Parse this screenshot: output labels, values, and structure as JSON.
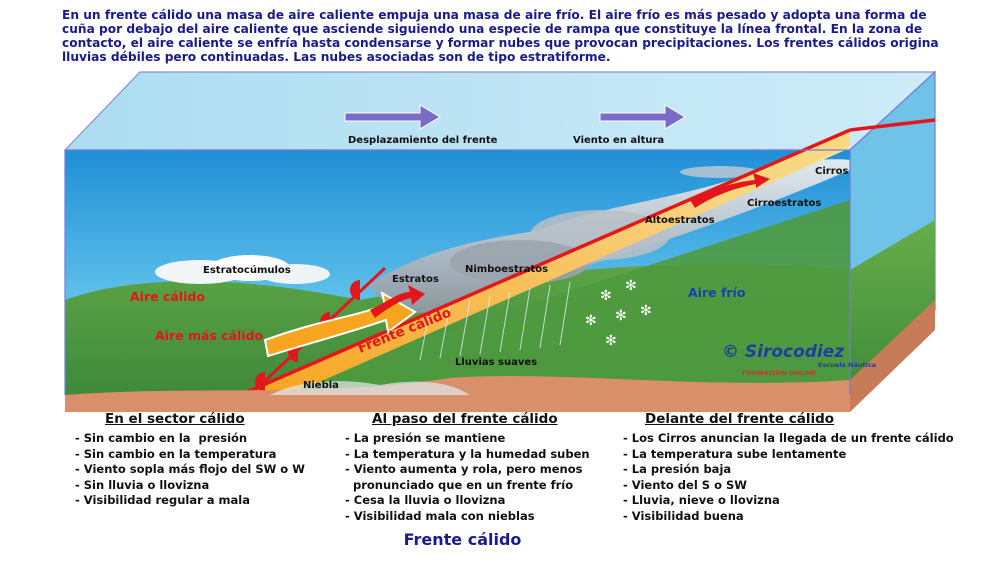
{
  "intro": "En un frente cálido una masa de aire caliente empuja una masa de aire frío. El aire frío es más pesado y adopta una forma de cuña por debajo del aire caliente que asciende siguiendo una especie de rampa que constituye la línea frontal. En la zona de contacto, el aire caliente se enfría hasta condensarse y formar nubes que provocan precipitaciones. Los frentes cálidos origina lluvias débiles pero continuadas. Las nubes asociadas son de tipo estratiforme.",
  "labels": {
    "front_displacement": "Desplazamiento del frente",
    "upper_wind": "Viento en altura",
    "cirros": "Cirros",
    "cirroestratos": "Cirroestratos",
    "altoestratos": "Altoestratos",
    "nimboestratos": "Nimboestratos",
    "estratos": "Estratos",
    "estratocumulos": "Estratocúmulos",
    "warm_air": "Aire cálido",
    "warmer_air": "Aire más cálido",
    "warm_front": "Frente cálido",
    "cold_air": "Aire frío",
    "light_rain": "Lluvias suaves",
    "fog": "Niebla"
  },
  "brand": {
    "copyright": "©",
    "name": "Sirocodiez",
    "sub1": "Escuela Náutica",
    "sub2": "FORMACIÓN ONLINE"
  },
  "columns": [
    {
      "title": "En el sector cálido",
      "items": [
        "- Sin cambio en la  presión",
        "- Sin cambio en la temperatura",
        "- Viento sopla más flojo del SW o W",
        "- Sin lluvia o llovizna",
        "- Visibilidad regular a mala"
      ]
    },
    {
      "title": "Al paso del frente cálido",
      "items": [
        "- La presión se mantiene",
        "- La temperatura y la humedad suben",
        "- Viento aumenta y rola, pero menos",
        "  pronunciado que en un frente frío",
        "- Cesa la lluvia o llovizna",
        "- Visibilidad mala con nieblas"
      ]
    },
    {
      "title": "Delante del frente cálido",
      "items": [
        "- Los Cirros anuncian la llegada de un frente cálido",
        "- La temperatura sube lentamente",
        "- La presión baja",
        "- Viento del S o SW",
        "- Lluvia, nieve o llovizna",
        "- Visibilidad buena"
      ]
    }
  ],
  "caption": "Frente cálido",
  "colors": {
    "sky": "#3ba7e0",
    "ground": "#d9906a",
    "front_line": "#e3161c",
    "front_band": "#f4c241",
    "cold_air_text": "#1a3fae",
    "warm_air_text": "#e3161c",
    "title_blue": "#1a1a8c"
  }
}
